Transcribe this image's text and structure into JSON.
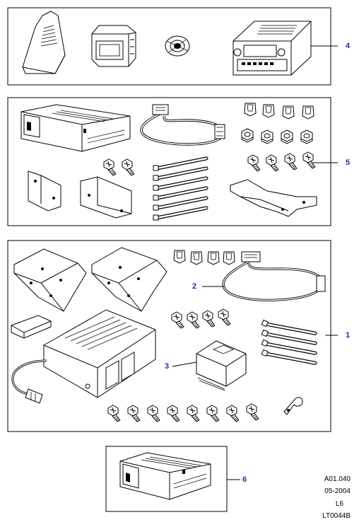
{
  "callouts": {
    "c1": "1",
    "c2": "2",
    "c3": "3",
    "c4": "4",
    "c5": "5",
    "c6": "6"
  },
  "meta": {
    "ref": "A01.040",
    "date": "05-2004",
    "code": "L6",
    "illustration": "LT0044B"
  },
  "colors": {
    "callout": "#1c2fa3",
    "line": "#000000"
  }
}
